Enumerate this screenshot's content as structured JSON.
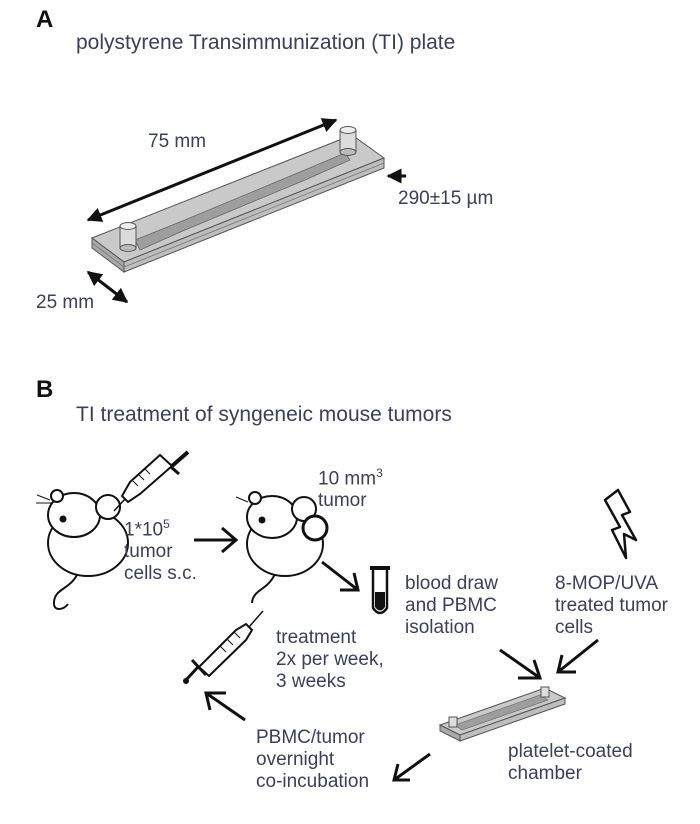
{
  "panel_a": {
    "letter": "A",
    "title": "polystyrene Transimmunization (TI) plate",
    "length_label": "75 mm",
    "width_label": "25 mm",
    "thickness_label": "290±15 µm"
  },
  "panel_b": {
    "letter": "B",
    "title": "TI treatment of syngeneic mouse tumors",
    "injection_label": {
      "line1_prefix": "1*10",
      "line1_sup": "5",
      "line2": "tumor",
      "line3": "cells s.c."
    },
    "tumor_label": {
      "line1_prefix": "10 mm",
      "line1_sup": "3",
      "line2": "tumor"
    },
    "blood_label": {
      "line1": "blood draw",
      "line2": "and PBMC",
      "line3": "isolation"
    },
    "uva_label": {
      "line1": "8-MOP/UVA",
      "line2": "treated tumor",
      "line3": "cells"
    },
    "treatment_label": {
      "line1": "treatment",
      "line2": "2x per week,",
      "line3": "3 weeks"
    },
    "coincubation_label": {
      "line1": "PBMC/tumor",
      "line2": "overnight",
      "line3": "co-incubation"
    },
    "chamber_label": {
      "line1": "platelet-coated",
      "line2": "chamber"
    }
  }
}
